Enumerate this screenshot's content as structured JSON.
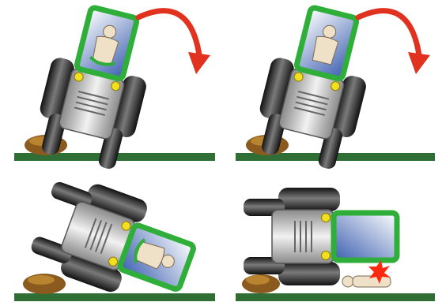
{
  "colors": {
    "background": "#ffffff",
    "ground": "#2f6f35",
    "cab_frame": "#2fae3a",
    "rotation_arrow": "#e0321f",
    "rock": "#8b5a1e",
    "rock_highlight": "#b8842f",
    "tire": "#1f1f1f",
    "tire_highlight": "#6e6e6e",
    "body": "#bdbdbd",
    "headlight": "#f2e020",
    "impact": "#ff2a10",
    "operator": "#efe0c8"
  },
  "panels": [
    {
      "name": "panel-tilt-belt",
      "operator_belted": true,
      "state": "tilting"
    },
    {
      "name": "panel-tilt-nobelt",
      "operator_belted": false,
      "state": "tilting"
    },
    {
      "name": "panel-overturned-belt",
      "operator_belted": true,
      "state": "overturned"
    },
    {
      "name": "panel-overturned-nobelt",
      "operator_belted": false,
      "state": "thrown-out-crushed"
    }
  ],
  "icons": [
    "rotation-arrow-icon",
    "rock-icon",
    "tractor-icon",
    "operator-icon",
    "seatbelt-icon",
    "impact-burst-icon",
    "ground-line"
  ]
}
